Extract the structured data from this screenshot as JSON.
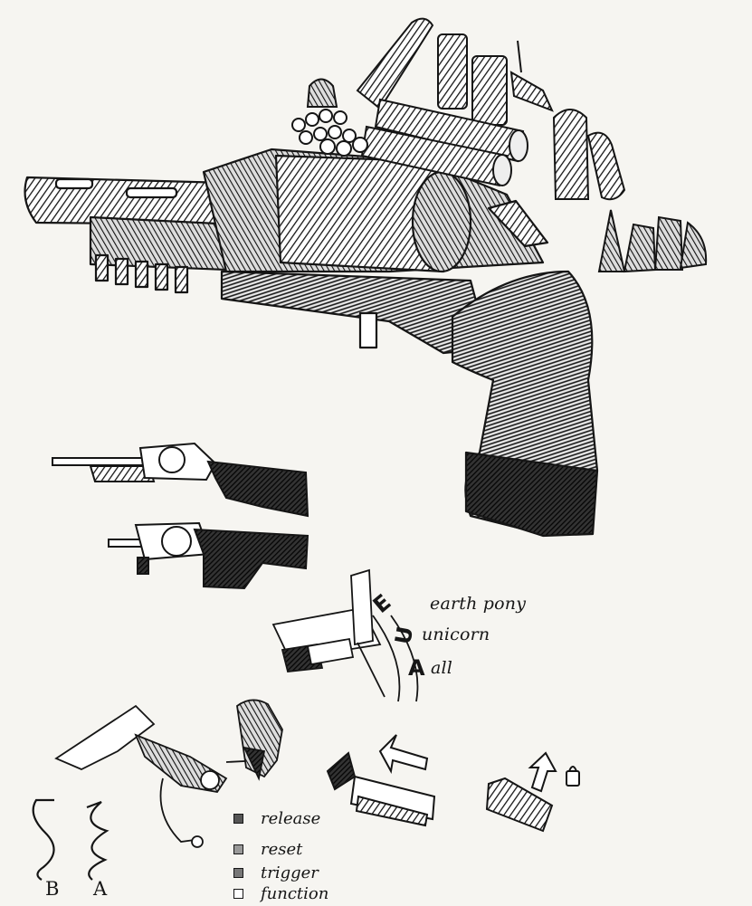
{
  "selector": {
    "marks": [
      "E",
      "U",
      "A"
    ],
    "labels": [
      "earth pony",
      "unicorn",
      "all"
    ]
  },
  "legend": {
    "items": [
      "release",
      "reset",
      "trigger",
      "function"
    ]
  },
  "springs": {
    "labels": [
      "B",
      "A"
    ]
  },
  "colors": {
    "paper": "#f6f5f1",
    "ink": "#161616"
  }
}
